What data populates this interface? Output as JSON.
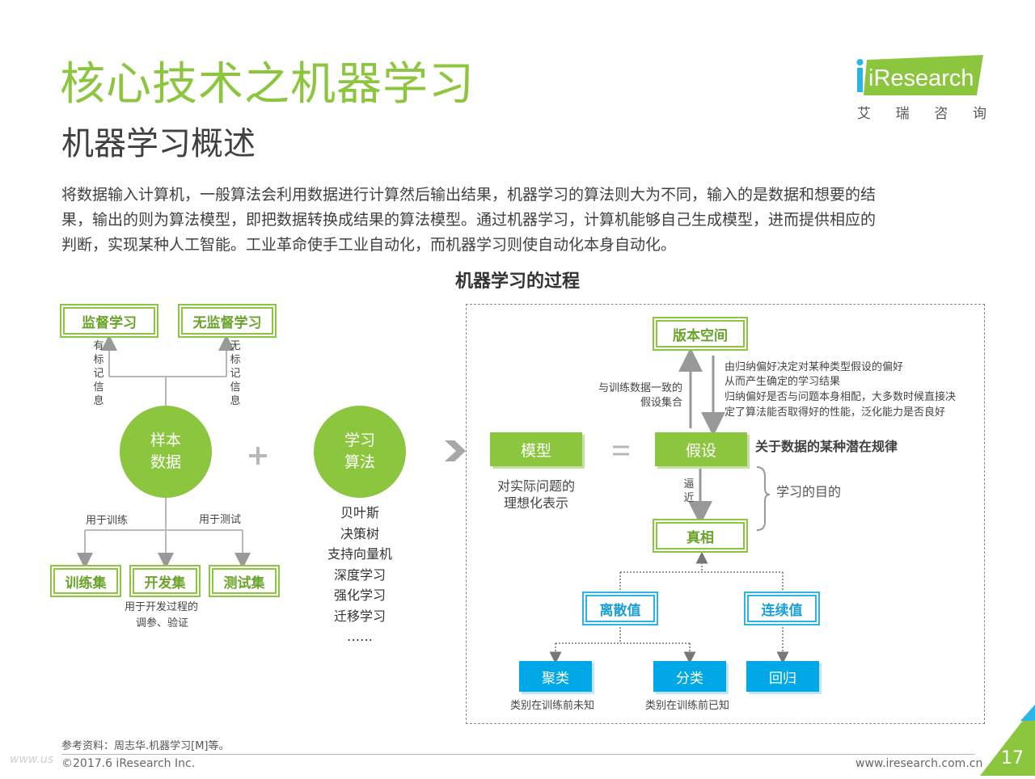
{
  "header": {
    "title": "核心技术之机器学习",
    "subtitle": "机器学习概述",
    "intro_lines": [
      "将数据输入计算机，一般算法会利用数据进行计算然后输出结果，机器学习的算法则大为不同，输入的是数据和想要的结",
      "果，输出的则为算法模型，即把数据转换成结果的算法模型。通过机器学习，计算机能够自己生成模型，进而提供相应的",
      "判断，实现某种人工智能。工业革命使手工业自动化，而机器学习则使自动化本身自动化。"
    ]
  },
  "logo": {
    "brand": "iResearch",
    "chars": [
      "艾",
      "瑞",
      "咨",
      "询"
    ]
  },
  "diagram": {
    "title": "机器学习的过程",
    "supervised": "监督学习",
    "unsupervised": "无监督学习",
    "labeled_info": "有标记信息",
    "unlabeled_info": "无标记信息",
    "sample_data_l1": "样本",
    "sample_data_l2": "数据",
    "plus": "+",
    "algorithm_l1": "学习",
    "algorithm_l2": "算法",
    "for_training": "用于训练",
    "for_testing": "用于测试",
    "training_set": "训练集",
    "dev_set": "开发集",
    "test_set": "测试集",
    "dev_note_l1": "用于开发过程的",
    "dev_note_l2": "调参、验证",
    "algorithms": [
      "贝叶斯",
      "决策树",
      "支持向量机",
      "深度学习",
      "强化学习",
      "迁移学习",
      "……"
    ],
    "version_space": "版本空间",
    "consistent_l1": "与训练数据一致的",
    "consistent_l2": "假设集合",
    "bias_lines": [
      "由归纳偏好决定对某种类型假设的偏好",
      "从而产生确定的学习结果",
      "归纳偏好是否与问题本身相配，大多数时候直接决",
      "定了算法能否取得好的性能，泛化能力是否良好"
    ],
    "model": "模型",
    "equals": "=",
    "hypothesis": "假设",
    "hypothesis_note": "关于数据的某种潜在规律",
    "model_note_l1": "对实际问题的",
    "model_note_l2": "理想化表示",
    "approach": "逼近",
    "learning_goal": "学习的目的",
    "truth": "真相",
    "discrete": "离散值",
    "continuous": "连续值",
    "clustering": "聚类",
    "classification": "分类",
    "regression": "回归",
    "cluster_note": "类别在训练前未知",
    "class_note": "类别在训练前已知"
  },
  "footer": {
    "source": "参考资料：周志华.机器学习[M]等。",
    "copyright": "©2017.6 iResearch Inc.",
    "url": "www.iresearch.com.cn",
    "page": "17",
    "watermark": "www.us"
  },
  "colors": {
    "green": "#8cc63f",
    "blue": "#00a8e8",
    "text": "#404040"
  }
}
